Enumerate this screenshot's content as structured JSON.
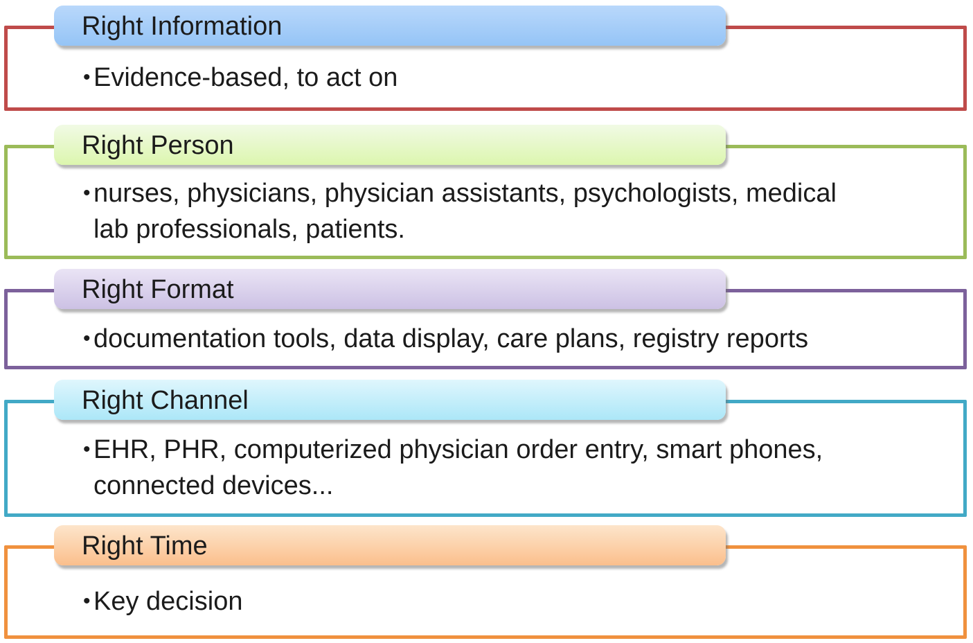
{
  "diagram": {
    "bullet_glyph": "•",
    "text_color": "#1B1B1B",
    "items": [
      {
        "title": "Right Information",
        "bullet": "Evidence-based, to act on",
        "colors": {
          "header_top": "#B9D8FB",
          "header_bottom": "#95C4F6",
          "border": "#BF4B4A"
        }
      },
      {
        "title": "Right Person",
        "bullet": "nurses, physicians, physician assistants, psychologists, medical lab professionals, patients.",
        "colors": {
          "header_top": "#F1FAE5",
          "header_bottom": "#DCF6AE",
          "border": "#9BBB59"
        }
      },
      {
        "title": "Right Format",
        "bullet": "documentation tools, data display, care plans, registry reports",
        "colors": {
          "header_top": "#EAE4F5",
          "header_bottom": "#CCC1E4",
          "border": "#7C619B"
        }
      },
      {
        "title": "Right Channel",
        "bullet": "EHR, PHR, computerized physician order entry, smart phones, connected devices...",
        "colors": {
          "header_top": "#DFF6FD",
          "header_bottom": "#ACE7F8",
          "border": "#42A9C6"
        }
      },
      {
        "title": "Right Time",
        "bullet": "Key decision",
        "colors": {
          "header_top": "#FDE5CB",
          "header_bottom": "#FBBF8C",
          "border": "#F0913E"
        }
      }
    ]
  }
}
